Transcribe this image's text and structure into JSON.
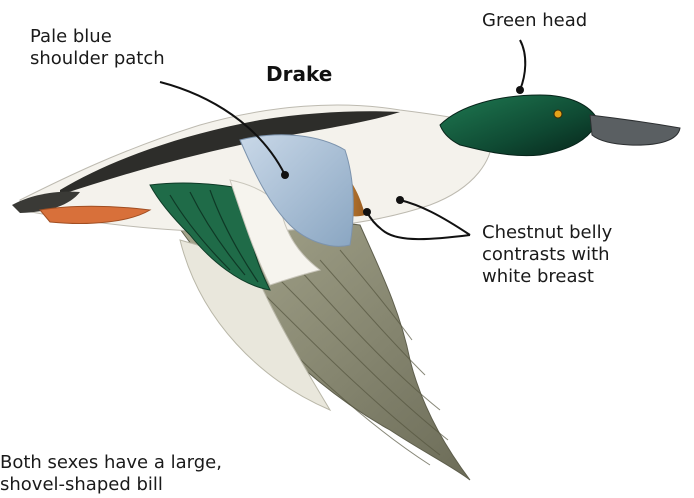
{
  "diagram": {
    "title": "Drake",
    "labels": {
      "green_head": [
        "Green head"
      ],
      "shoulder_patch": [
        "Pale blue",
        "shoulder patch"
      ],
      "chestnut_belly": [
        "Chestnut belly",
        "contrasts with",
        "white breast"
      ],
      "bill_note": [
        "Both sexes have a large,",
        "shovel-shaped bill"
      ]
    },
    "colors": {
      "head_green": "#0f4a33",
      "body_white": "#f4f2ec",
      "shoulder_blue": "#a9bfd6",
      "speculum_green": "#1f6b48",
      "chestnut": "#b8752e",
      "wing_gray": "#8c8a74",
      "bill": "#5a5f62",
      "feet": "#d8703a"
    }
  }
}
